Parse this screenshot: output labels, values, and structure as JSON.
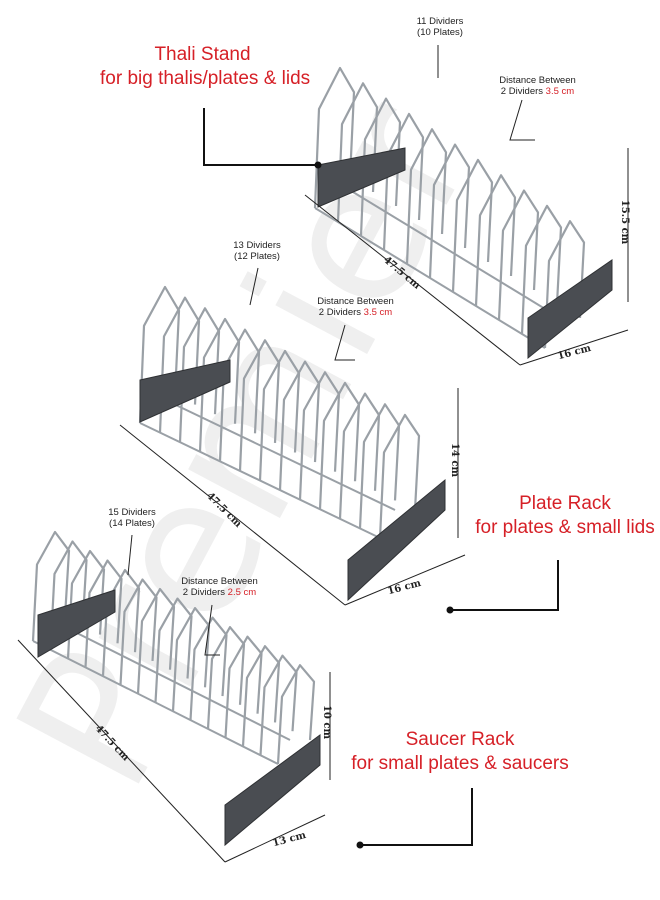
{
  "watermark": "Premier",
  "colors": {
    "accent": "#d62027",
    "wire": "#9aa0a6",
    "base": "#4a4d52"
  },
  "racks": [
    {
      "id": "thali",
      "title_line1": "Thali Stand",
      "title_line2": "for big thalis/plates & lids",
      "dividers": "11 Dividers",
      "plates": "(10 Plates)",
      "distance_label": "Distance Between",
      "distance_prefix": "2 Dividers ",
      "distance_value": "3.5 cm",
      "length": "47.5 cm",
      "height": "15.5 cm",
      "width": "16 cm"
    },
    {
      "id": "plate",
      "title_line1": "Plate Rack",
      "title_line2": "for plates & small lids",
      "dividers": "13 Dividers",
      "plates": "(12 Plates)",
      "distance_label": "Distance Between",
      "distance_prefix": "2 Dividers ",
      "distance_value": "3.5 cm",
      "length": "47.5 cm",
      "height": "14 cm",
      "width": "16 cm"
    },
    {
      "id": "saucer",
      "title_line1": "Saucer Rack",
      "title_line2": "for small plates & saucers",
      "dividers": "15 Dividers",
      "plates": "(14 Plates)",
      "distance_label": "Distance Between",
      "distance_prefix": "2 Dividers ",
      "distance_value": "2.5 cm",
      "length": "47.5 cm",
      "height": "10 cm",
      "width": "13 cm"
    }
  ]
}
